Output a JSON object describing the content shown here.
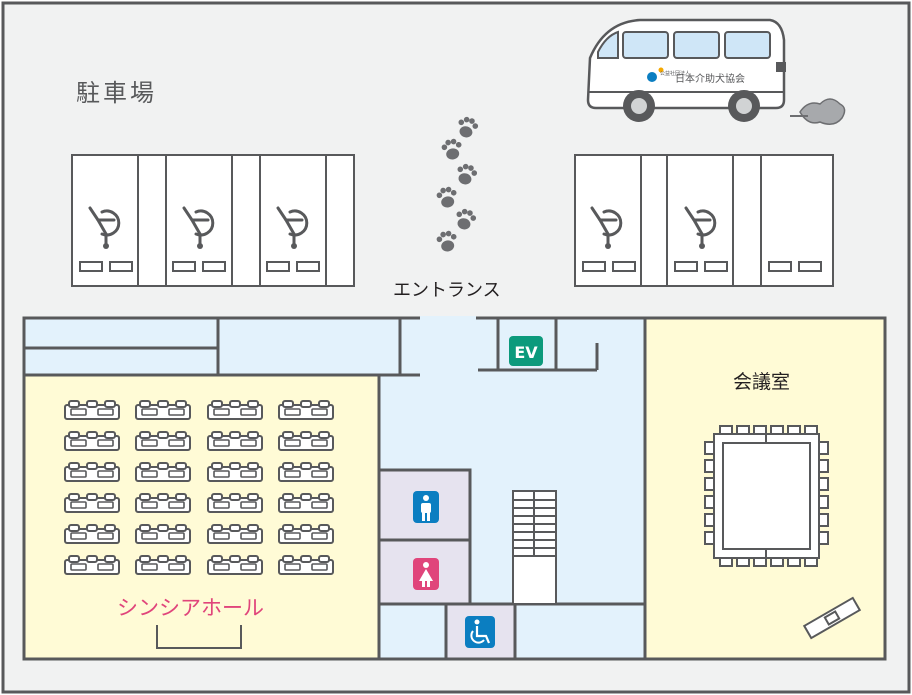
{
  "labels": {
    "parking": "駐車場",
    "entrance": "エントランス",
    "elevator": "EV",
    "meeting_room": "会議室",
    "hall": "シンシアホール",
    "van_logo_text": "日本介助犬協会",
    "van_logo_small": "公益社団法人"
  },
  "icons": {
    "elevator": "elevator-icon",
    "male_restroom": "male-restroom-icon",
    "female_restroom": "female-restroom-icon",
    "accessible_restroom": "wheelchair-restroom-icon",
    "accessible_parking": "wheelchair-parking-icon",
    "paw_prints": "paw-print-icon",
    "van": "van-icon"
  },
  "colors": {
    "background": "#f1f2f2",
    "wall": "#58595b",
    "hall_fill": "#fffbd6",
    "corridor_fill": "#e3f2fc",
    "restroom_fill": "#e6e3ef",
    "elevator_badge": "#0c9a7c",
    "male_icon": "#0b7ec1",
    "female_icon": "#e0457b",
    "accessible_icon": "#0b7ec1",
    "hall_label": "#e0457b"
  }
}
